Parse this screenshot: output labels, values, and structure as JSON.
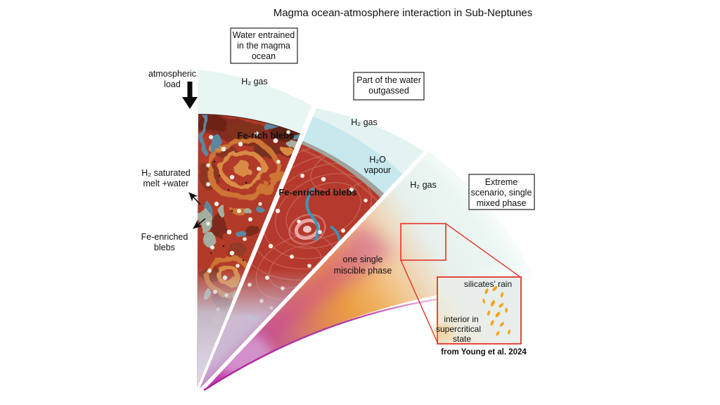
{
  "title": "Magma ocean-atmosphere interaction in Sub-Neptunes",
  "scenario1": {
    "box_lines": [
      "Water entrained",
      "in the magma",
      "ocean"
    ],
    "h2_gas": "H₂ gas",
    "fe_rich": "Fe-rich blebs"
  },
  "scenario2": {
    "box_lines": [
      "Part of the water",
      "outgassed"
    ],
    "h2_gas": "H₂ gas",
    "h2o": "H₂O",
    "vapour": "vapour",
    "fe_enriched": "Fe-enriched blebs"
  },
  "scenario3": {
    "box_lines": [
      "Extreme",
      "scenario, single",
      "mixed phase"
    ],
    "h2_gas": "H₂ gas",
    "phase_lines": [
      "one single",
      "miscible phase"
    ]
  },
  "annotations": {
    "atmospheric_load_lines": [
      "atmospheric",
      "load"
    ],
    "h2_saturated_lines": [
      "H₂ saturated",
      "melt +water"
    ],
    "fe_enriched_lines": [
      "Fe-enriched",
      "blebs"
    ]
  },
  "inset": {
    "silicates_rain": "silicates' rain",
    "interior_lines": [
      "interior in",
      "supercritical",
      "state"
    ],
    "credit": "from Young et al. 2024"
  },
  "colors": {
    "zoom_box": "#e5332a",
    "magma_wedge1": "#b23a28",
    "magma_wedge2": "#b5392c",
    "atmosphere_cyan": "#e7f5f3",
    "vapour_blue": "#c7e8ed",
    "rim_gray": "#a2a29a",
    "droplet_orange": "#f2a51e",
    "magenta_apex": "#c43fae"
  }
}
